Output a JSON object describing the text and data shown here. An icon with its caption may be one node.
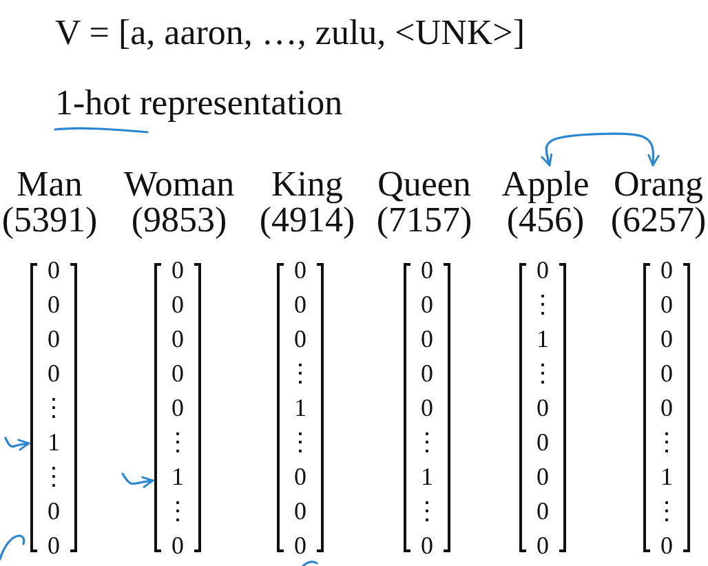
{
  "diagram": {
    "nodes": [
      {
        "text": [
          "Man (5391)"
        ]
      },
      {
        "text": [
          "Woman (9853)"
        ]
      },
      {
        "text": [
          "King (4914)"
        ]
      },
      {
        "text": [
          "Queen (7157)"
        ]
      },
      {
        "text": [
          "Apple (456)"
        ]
      },
      {
        "text": [
          "Orang (6257)"
        ]
      },
      {
        "text": [
          "0 0 0 0 ⋮ 1 ⋮ 0 0"
        ]
      },
      {
        "text": [
          "0 0 0 0 0 ⋮ 1 ⋮ 0"
        ]
      },
      {
        "text": [
          "0 0 0 ⋮ 1 ⋮ 0 0 0"
        ]
      },
      {
        "text": [
          "0 0 0 0 0 ⋮ 1 ⋮ 0"
        ]
      },
      {
        "text": [
          "0 ⋮ 1 ⋮ 0 0 0 0 0"
        ]
      },
      {
        "text": [
          "0 0 0 0 0 ⋮ 1 ⋮ 0"
        ]
      }
    ],
    "edges": [
      {
        "from": null,
        "to": 6,
        "arrow": "to"
      },
      {
        "from": null,
        "to": 7,
        "arrow": "to"
      },
      {
        "from": 4,
        "to": 5,
        "arrow": "both"
      }
    ],
    "labels": [
      "V = [a, aaron, …, zulu, <UNK>]",
      "1-hot representation"
    ]
  }
}
